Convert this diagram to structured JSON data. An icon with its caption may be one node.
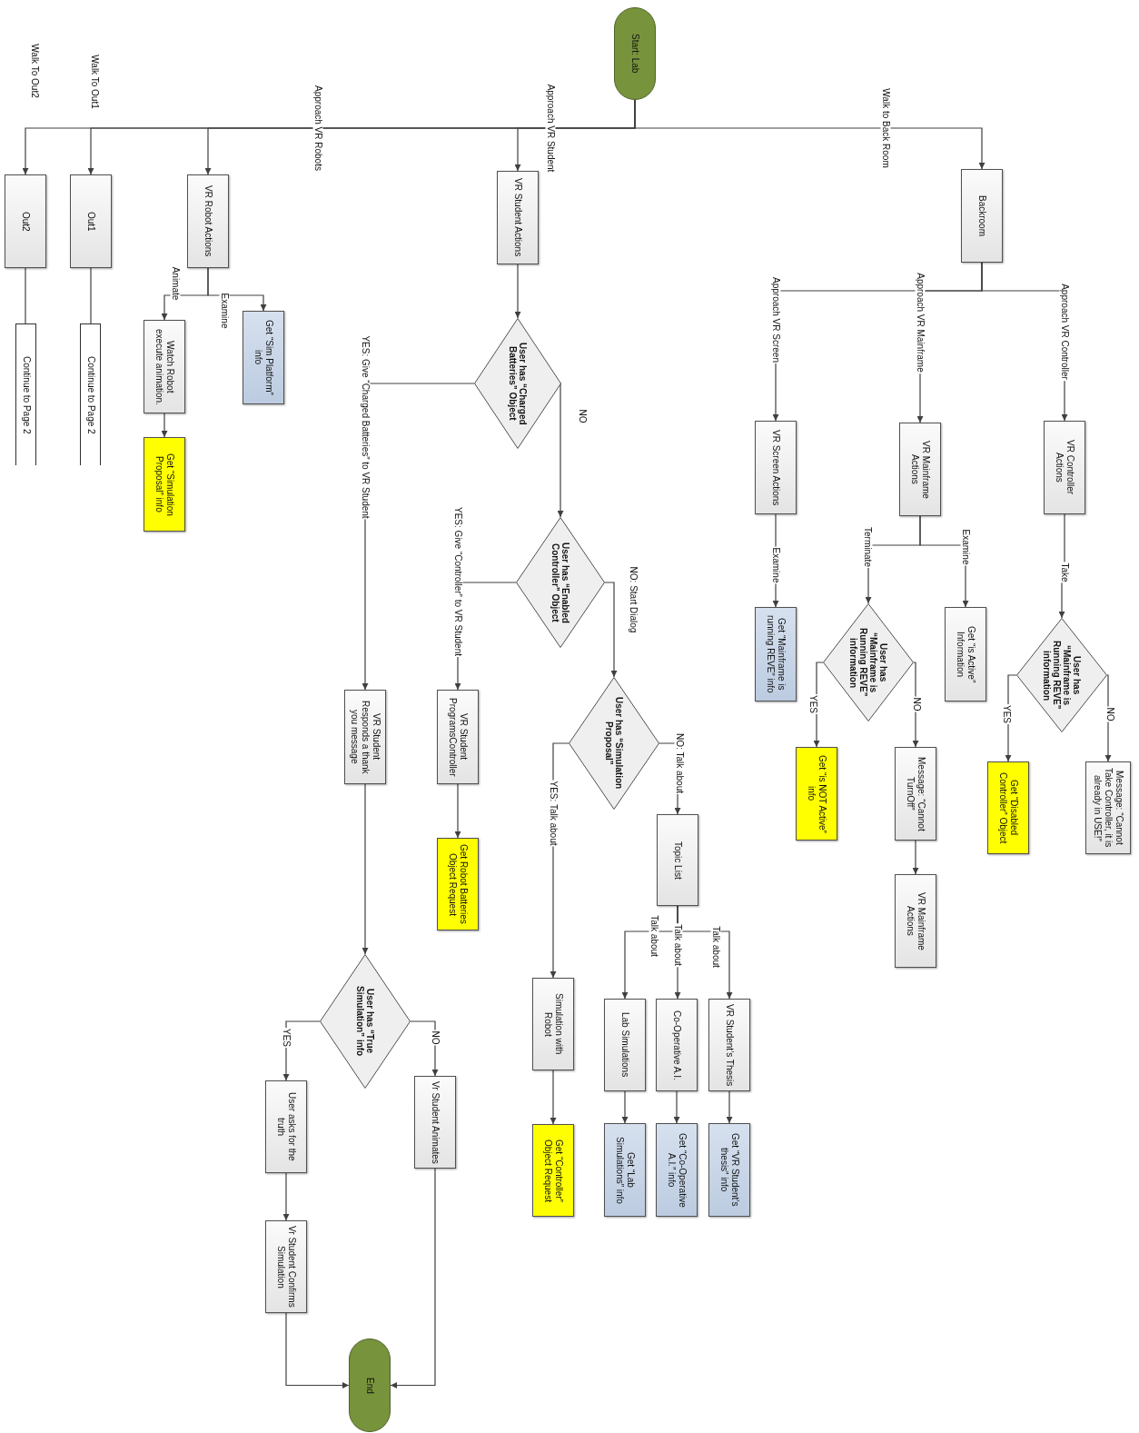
{
  "diagram": {
    "nodes": [
      {
        "text": [
          "Start: Lab"
        ]
      },
      {
        "text": [
          "Out2"
        ]
      },
      {
        "text": [
          "Out1"
        ]
      },
      {
        "text": [
          "VR Robot Actions"
        ]
      },
      {
        "text": [
          "VR Student Actions"
        ]
      },
      {
        "text": [
          "Backroom"
        ]
      },
      {
        "text": [
          "Continue to Page 2"
        ]
      },
      {
        "text": [
          "Continue to Page 2"
        ]
      },
      {
        "text": [
          "Get “Sim Platform” info"
        ]
      },
      {
        "text": [
          "Watch Robot execute animation."
        ]
      },
      {
        "text": [
          "Get “Simulation Proposal” info"
        ]
      },
      {
        "text": [
          "User has “Charged Batteries” Object"
        ]
      },
      {
        "text": [
          "User has “Enabled Controller” Object"
        ]
      },
      {
        "text": [
          "User has “Simulation Proposal”"
        ]
      },
      {
        "text": [
          "VR Screen Actions"
        ]
      },
      {
        "text": [
          "VR Mainframe Actions"
        ]
      },
      {
        "text": [
          "VR Controller Actions"
        ]
      },
      {
        "text": [
          "Get “Mainframe is running REVE” info"
        ]
      },
      {
        "text": [
          "User has “Mainframe is Running REVE” information"
        ]
      },
      {
        "text": [
          "Get “is Active” Information"
        ]
      },
      {
        "text": [
          "User has “Mainframe is Running REVE” information"
        ]
      },
      {
        "text": [
          "Get “is NOT Active” info"
        ]
      },
      {
        "text": [
          "Message: “Cannot TurnOff”"
        ]
      },
      {
        "text": [
          "VR Mainframe Actions"
        ]
      },
      {
        "text": [
          "Get “Disabled Controller” Object"
        ]
      },
      {
        "text": [
          "Message: “Cannot Take Controller, it is already in USE!”"
        ]
      },
      {
        "text": [
          "VR Student Responds a thank you message"
        ]
      },
      {
        "text": [
          "VR Student ProgramsController"
        ]
      },
      {
        "text": [
          "Get Robot Batteries Object Request"
        ]
      },
      {
        "text": [
          "Topic List"
        ]
      },
      {
        "text": [
          "Simulation with Robot"
        ]
      },
      {
        "text": [
          "Lab Simulations"
        ]
      },
      {
        "text": [
          "Co-Operative A.I."
        ]
      },
      {
        "text": [
          "VR Student’s Thesis"
        ]
      },
      {
        "text": [
          "Get “Controller” Object Request"
        ]
      },
      {
        "text": [
          "Get “Lab Simulations” info"
        ]
      },
      {
        "text": [
          "Get “Co-Operative A.I.” info"
        ]
      },
      {
        "text": [
          "Get “VR Student’s thesis” info"
        ]
      },
      {
        "text": [
          "User has “True Simulation” info"
        ]
      },
      {
        "text": [
          "Vr Student Animates"
        ]
      },
      {
        "text": [
          "User asks for the truth"
        ]
      },
      {
        "text": [
          "Vr Student Confirms Simulation"
        ]
      },
      {
        "text": [
          "End"
        ]
      }
    ],
    "edges": [
      {
        "from": 0,
        "to": 1,
        "arrow": "to",
        "label": "Walk To Out2"
      },
      {
        "from": 0,
        "to": 2,
        "arrow": "to",
        "label": "Walk To Out1"
      },
      {
        "from": 0,
        "to": 3,
        "arrow": "to",
        "label": "Approach VR Robots"
      },
      {
        "from": 0,
        "to": 4,
        "arrow": "to",
        "label": "Approach VR Student"
      },
      {
        "from": 0,
        "to": 5,
        "arrow": "to",
        "label": "Walk to Back Room"
      },
      {
        "from": 3,
        "to": 8,
        "arrow": "to",
        "label": "Examine"
      },
      {
        "from": 3,
        "to": 9,
        "arrow": "to",
        "label": "Animate"
      },
      {
        "from": 1,
        "to": 6,
        "arrow": "none"
      },
      {
        "from": 2,
        "to": 7,
        "arrow": "none"
      },
      {
        "from": 9,
        "to": 10,
        "arrow": "to"
      },
      {
        "from": 4,
        "to": 11,
        "arrow": "to"
      },
      {
        "from": 11,
        "to": 26,
        "arrow": "to",
        "label": "YES: Give “Charged Batteries” to VR Student"
      },
      {
        "from": 11,
        "to": 12,
        "arrow": "to",
        "label": "NO"
      },
      {
        "from": 12,
        "to": 27,
        "arrow": "to",
        "label": "YES: Give “Controller” to VR Student"
      },
      {
        "from": 12,
        "to": 13,
        "arrow": "to",
        "label": "NO: Start Dialog"
      },
      {
        "from": 13,
        "to": 30,
        "arrow": "to",
        "label": "YES: Talk about"
      },
      {
        "from": 13,
        "to": 29,
        "arrow": "to",
        "label": "NO: Talk about"
      },
      {
        "from": 29,
        "to": 31,
        "arrow": "to",
        "label": "Talk about"
      },
      {
        "from": 29,
        "to": 32,
        "arrow": "to",
        "label": "Talk about"
      },
      {
        "from": 29,
        "to": 33,
        "arrow": "to",
        "label": "Talk about"
      },
      {
        "from": 31,
        "to": 35,
        "arrow": "to"
      },
      {
        "from": 32,
        "to": 36,
        "arrow": "to"
      },
      {
        "from": 33,
        "to": 37,
        "arrow": "to"
      },
      {
        "from": 30,
        "to": 34,
        "arrow": "to"
      },
      {
        "from": 27,
        "to": 28,
        "arrow": "to"
      },
      {
        "from": 26,
        "to": 38,
        "arrow": "to"
      },
      {
        "from": 38,
        "to": 40,
        "arrow": "to",
        "label": "YES"
      },
      {
        "from": 38,
        "to": 39,
        "arrow": "to",
        "label": "NO"
      },
      {
        "from": 40,
        "to": 41,
        "arrow": "to"
      },
      {
        "from": 41,
        "to": 42,
        "arrow": "to"
      },
      {
        "from": 39,
        "to": 42,
        "arrow": "to"
      },
      {
        "from": 5,
        "to": 14,
        "arrow": "to",
        "label": "Approach VR Screen"
      },
      {
        "from": 5,
        "to": 15,
        "arrow": "to",
        "label": "Approach VR Mainframe"
      },
      {
        "from": 5,
        "to": 16,
        "arrow": "to",
        "label": "Approach VR Controller"
      },
      {
        "from": 14,
        "to": 17,
        "arrow": "to",
        "label": "Examine"
      },
      {
        "from": 15,
        "to": 19,
        "arrow": "to",
        "label": "Examine"
      },
      {
        "from": 15,
        "to": 18,
        "arrow": "to",
        "label": "Terminate"
      },
      {
        "from": 16,
        "to": 20,
        "arrow": "to",
        "label": "Take"
      },
      {
        "from": 18,
        "to": 21,
        "arrow": "to",
        "label": "YES"
      },
      {
        "from": 18,
        "to": 22,
        "arrow": "to",
        "label": "NO"
      },
      {
        "from": 22,
        "to": 23,
        "arrow": "to"
      },
      {
        "from": 20,
        "to": 24,
        "arrow": "to",
        "label": "YES"
      },
      {
        "from": 20,
        "to": 25,
        "arrow": "to",
        "label": "NO"
      }
    ]
  }
}
